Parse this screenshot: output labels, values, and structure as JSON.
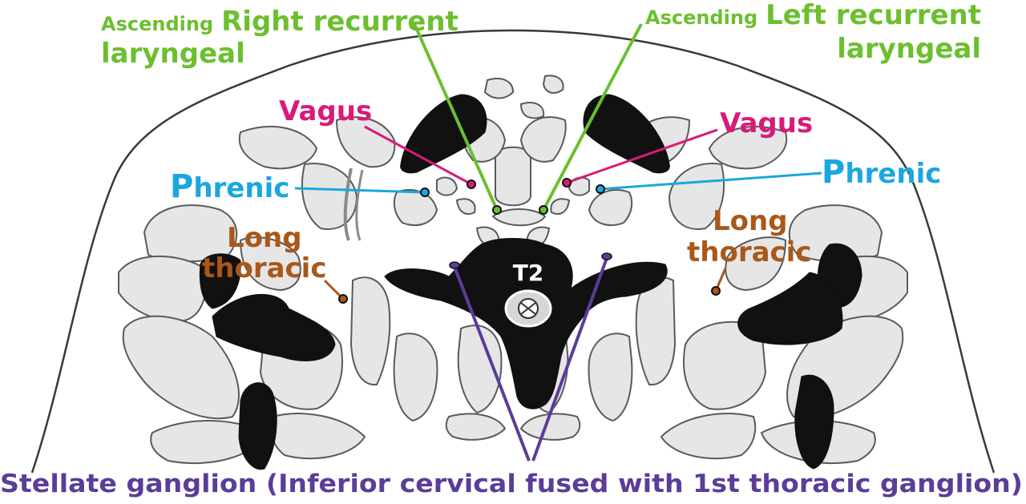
{
  "colors": {
    "recurrent": "#6cbf2e",
    "vagus": "#d81b7a",
    "phrenic": "#1aa7df",
    "long_thoracic": "#a9581a",
    "stellate": "#5b3d99"
  },
  "labels": {
    "right_recurrent": {
      "prefix": "Ascending",
      "line1": "Right recurrent",
      "line2": "laryngeal"
    },
    "left_recurrent": {
      "prefix": "Ascending",
      "line1": "Left recurrent",
      "line2": "laryngeal"
    },
    "vagus_left": "Vagus",
    "vagus_right": "Vagus",
    "phrenic_left": {
      "initial": "P",
      "rest": "hrenic"
    },
    "phrenic_right": {
      "initial": "P",
      "rest": "hrenic"
    },
    "long_thoracic_left": {
      "line1": "Long",
      "line2": "thoracic"
    },
    "long_thoracic_right": {
      "line1": "Long",
      "line2": "thoracic"
    },
    "vertebra": "T2",
    "stellate": "Stellate ganglion (Inferior cervical fused with 1st thoracic ganglion)"
  }
}
